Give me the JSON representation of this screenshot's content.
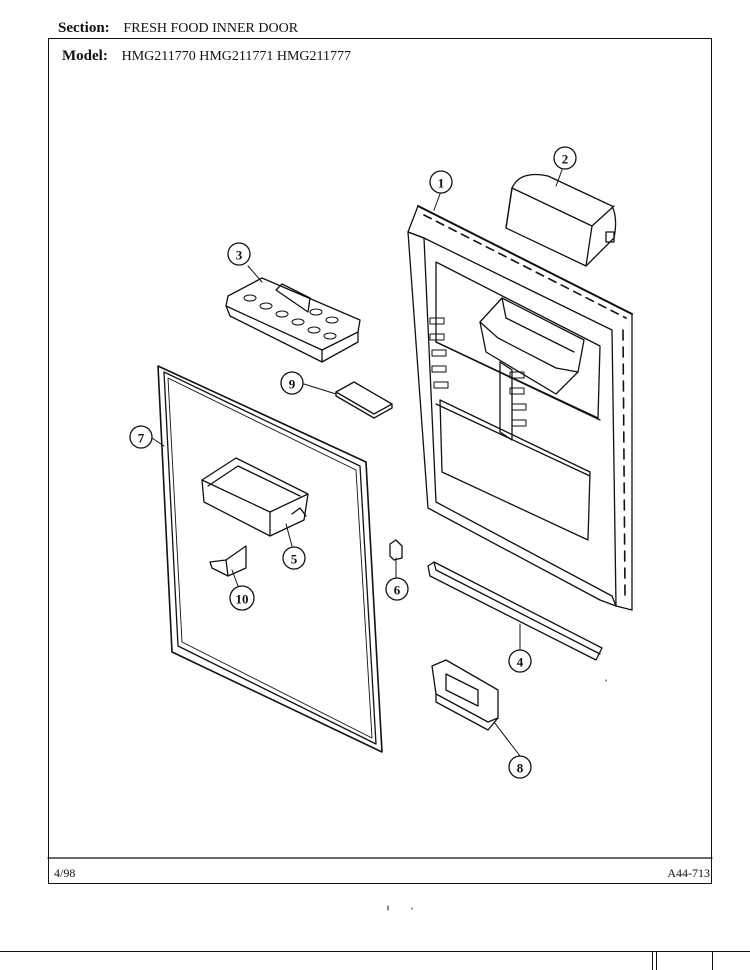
{
  "header": {
    "section_label": "Section:",
    "section_value": "FRESH FOOD INNER DOOR",
    "model_label": "Model:",
    "model_value": "HMG211770 HMG211771 HMG211777"
  },
  "footer": {
    "date_code": "4/98",
    "drawing_number": "A44-713"
  },
  "callouts": [
    "1",
    "2",
    "3",
    "4",
    "5",
    "6",
    "7",
    "8",
    "9",
    "10"
  ],
  "colors": {
    "ink": "#111111",
    "paper": "#ffffff"
  }
}
